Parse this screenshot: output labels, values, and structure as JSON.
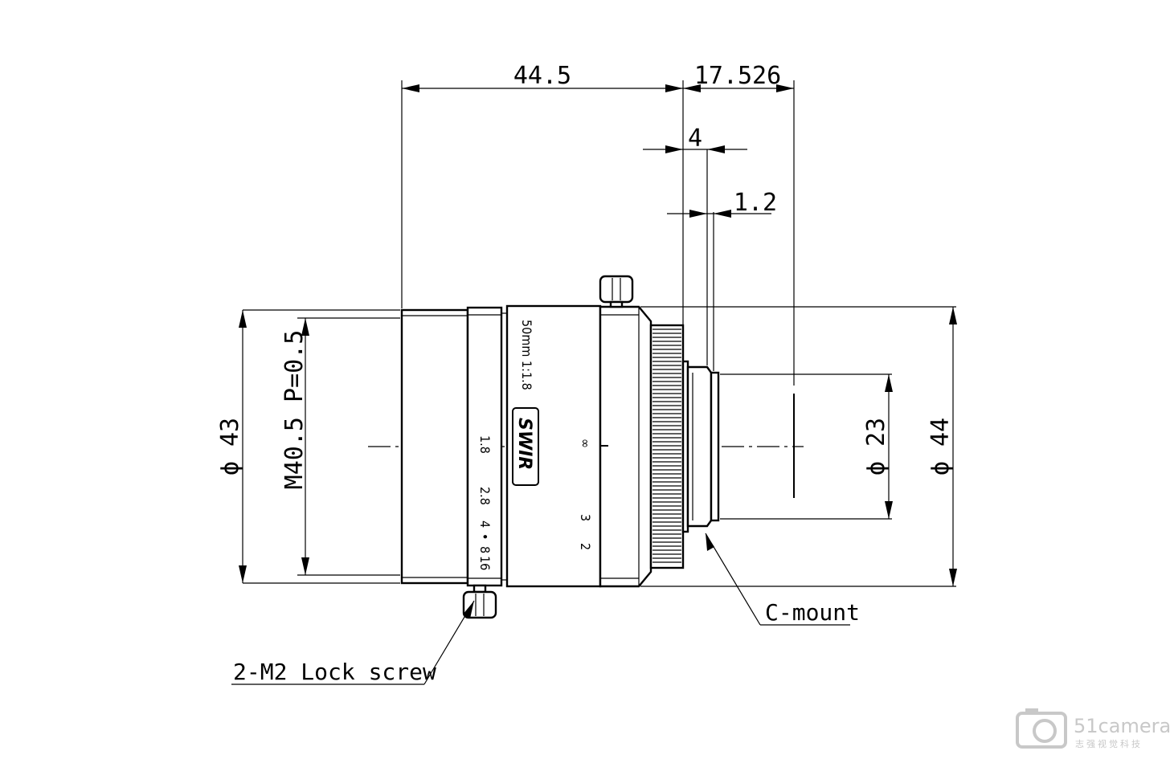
{
  "dimensions": {
    "length": "44.5",
    "flange": "17.526",
    "mount_length": "4",
    "mount_step": "1.2",
    "dia_43": "ϕ 43",
    "filter_thread": "M40.5 P=0.5",
    "dia_23": "ϕ 23",
    "dia_44": "ϕ 44"
  },
  "labels": {
    "mount": "C-mount",
    "lock_screw": "2-M2 Lock screw",
    "model": "50mm 1:1.8",
    "swir": "SWIR"
  },
  "aperture_scale": [
    "1.8",
    "2.8",
    "4",
    "•",
    "8",
    "16"
  ],
  "focus_scale": [
    "∞",
    "3",
    "2"
  ],
  "watermark": {
    "brand": "51camera",
    "subtitle": "志强视觉科技"
  }
}
